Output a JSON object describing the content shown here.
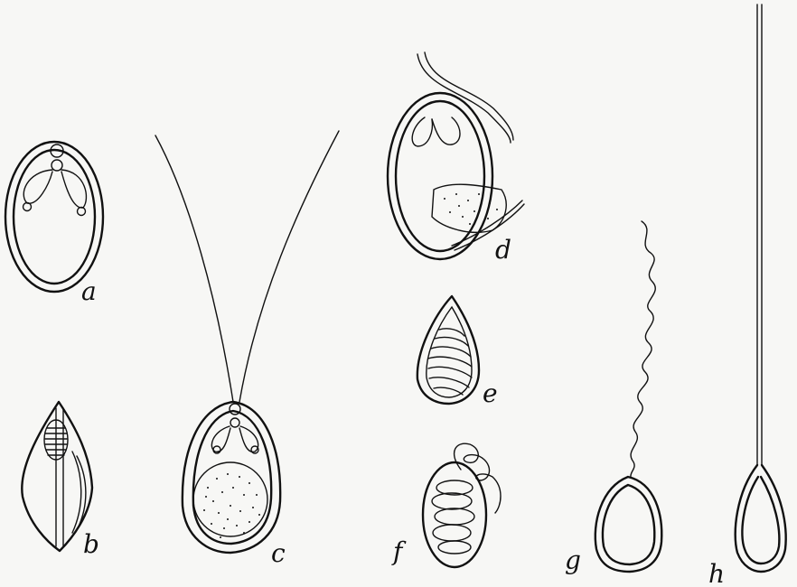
{
  "figures": [
    {
      "id": "a",
      "label": "a"
    },
    {
      "id": "b",
      "label": "b"
    },
    {
      "id": "c",
      "label": "c"
    },
    {
      "id": "d",
      "label": "d"
    },
    {
      "id": "e",
      "label": "e"
    },
    {
      "id": "f",
      "label": "f"
    },
    {
      "id": "g",
      "label": "g"
    },
    {
      "id": "h",
      "label": "h"
    }
  ]
}
